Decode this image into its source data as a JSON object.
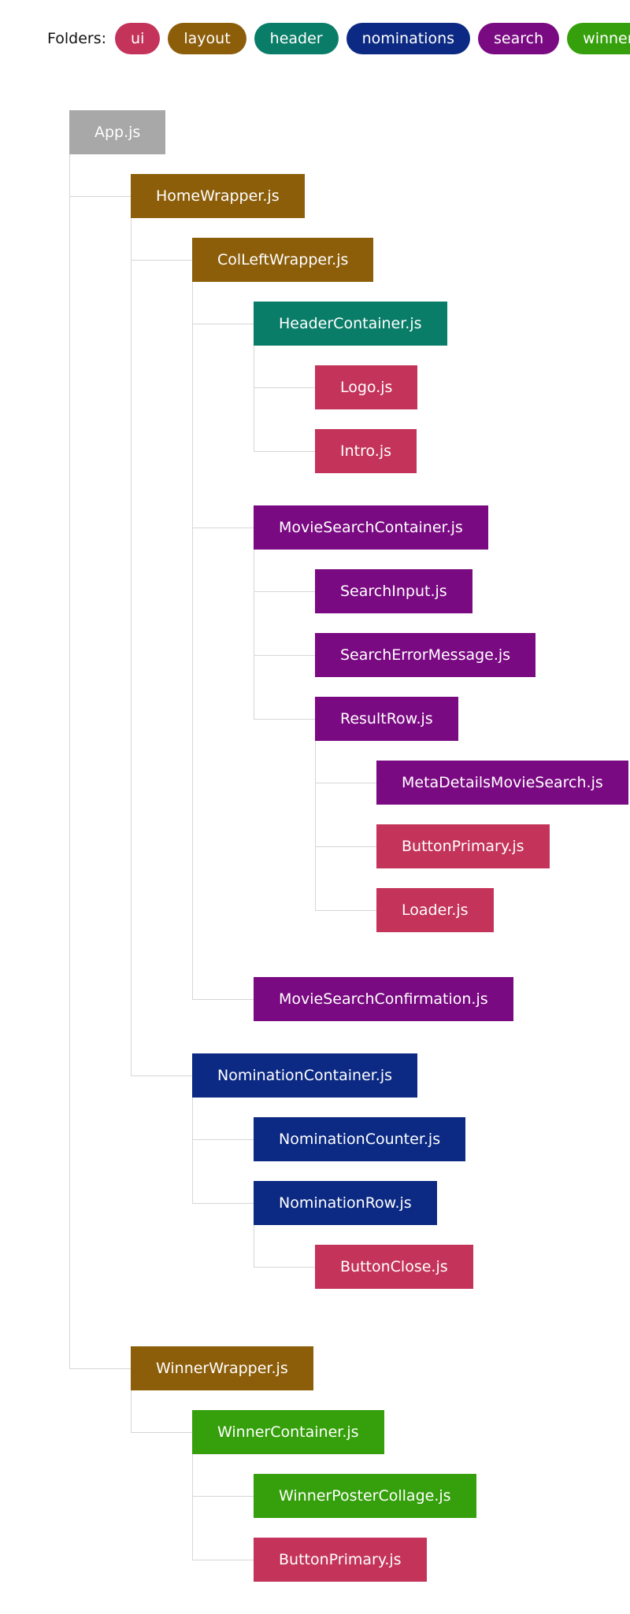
{
  "legend": {
    "label": "Folders:",
    "folders": [
      {
        "name": "ui",
        "color": "#c4345a"
      },
      {
        "name": "layout",
        "color": "#8c5e0a"
      },
      {
        "name": "header",
        "color": "#0a7d68"
      },
      {
        "name": "nominations",
        "color": "#0c2a83"
      },
      {
        "name": "search",
        "color": "#7a0a82"
      },
      {
        "name": "winner",
        "color": "#36a00c"
      }
    ]
  },
  "root_color": "#a8a8a8",
  "tree": {
    "label": "App.js",
    "folder": "root",
    "children": [
      {
        "label": "HomeWrapper.js",
        "folder": "layout",
        "children": [
          {
            "label": "ColLeftWrapper.js",
            "folder": "layout",
            "children": [
              {
                "label": "HeaderContainer.js",
                "folder": "header",
                "children": [
                  {
                    "label": "Logo.js",
                    "folder": "ui"
                  },
                  {
                    "label": "Intro.js",
                    "folder": "ui"
                  }
                ]
              },
              {
                "label": "MovieSearchContainer.js",
                "folder": "search",
                "children": [
                  {
                    "label": "SearchInput.js",
                    "folder": "search"
                  },
                  {
                    "label": "SearchErrorMessage.js",
                    "folder": "search"
                  },
                  {
                    "label": "ResultRow.js",
                    "folder": "search",
                    "children": [
                      {
                        "label": "MetaDetailsMovieSearch.js",
                        "folder": "search"
                      },
                      {
                        "label": "ButtonPrimary.js",
                        "folder": "ui"
                      },
                      {
                        "label": "Loader.js",
                        "folder": "ui"
                      }
                    ]
                  }
                ]
              },
              {
                "label": "MovieSearchConfirmation.js",
                "folder": "search"
              }
            ]
          },
          {
            "label": "NominationContainer.js",
            "folder": "nominations",
            "children": [
              {
                "label": "NominationCounter.js",
                "folder": "nominations"
              },
              {
                "label": "NominationRow.js",
                "folder": "nominations",
                "children": [
                  {
                    "label": "ButtonClose.js",
                    "folder": "ui"
                  }
                ]
              }
            ]
          }
        ]
      },
      {
        "label": "WinnerWrapper.js",
        "folder": "layout",
        "children": [
          {
            "label": "WinnerContainer.js",
            "folder": "winner",
            "children": [
              {
                "label": "WinnerPosterCollage.js",
                "folder": "winner"
              },
              {
                "label": "ButtonPrimary.js",
                "folder": "ui"
              }
            ]
          }
        ]
      }
    ]
  }
}
